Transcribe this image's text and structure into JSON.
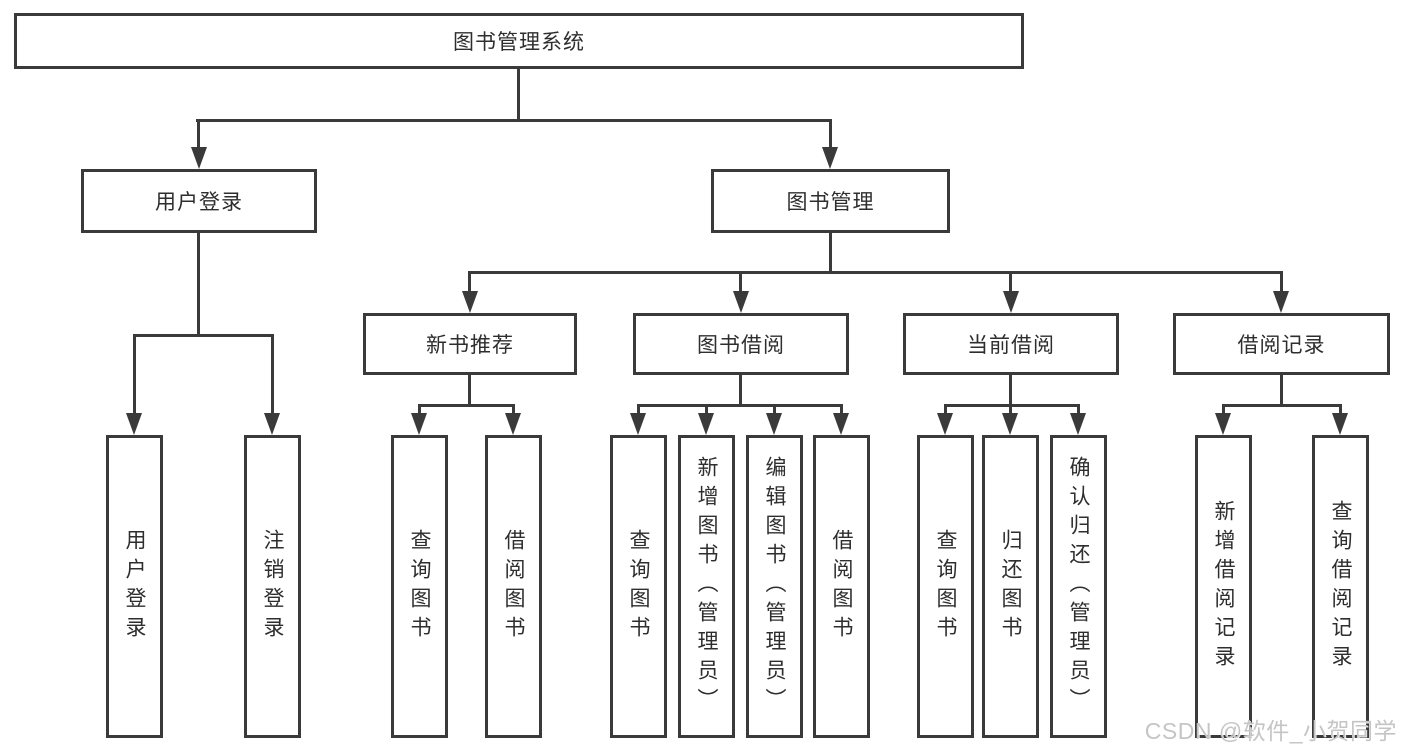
{
  "colors": {
    "line": "#3a3a3a",
    "text": "#2e2e2e",
    "watermark": "#c5c5c5"
  },
  "watermark": "CSDN @软件_小贺同学",
  "tree": {
    "root": "图书管理系统",
    "branches": [
      {
        "label": "用户登录",
        "children": [
          "用户登录",
          "注销登录"
        ]
      },
      {
        "label": "图书管理",
        "sections": [
          {
            "label": "新书推荐",
            "children": [
              "查询图书",
              "借阅图书"
            ]
          },
          {
            "label": "图书借阅",
            "children": [
              "查询图书",
              "新增图书（管理员）",
              "编辑图书（管理员）",
              "借阅图书"
            ]
          },
          {
            "label": "当前借阅",
            "children": [
              "查询图书",
              "归还图书",
              "确认归还（管理员）"
            ]
          },
          {
            "label": "借阅记录",
            "children": [
              "新增借阅记录",
              "查询借阅记录"
            ]
          }
        ]
      }
    ]
  }
}
